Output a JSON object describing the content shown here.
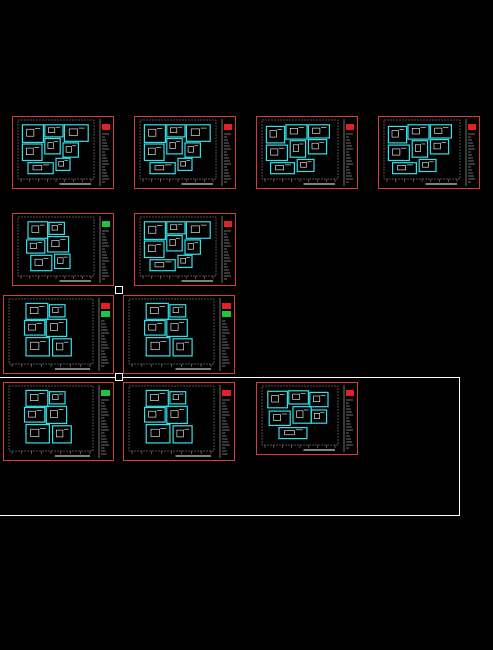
{
  "colors": {
    "background": "#000000",
    "sheet_border": "#d23c3c",
    "wall": "#33e0e8",
    "furniture": "#ffffff",
    "dimension": "#a0a0a0",
    "title_block": "#8c8c8c",
    "stamp_red": "#e02222",
    "stamp_green": "#22c43a",
    "selection": "#ffffff"
  },
  "drawing_sheets": [
    {
      "id": "sheet-r1c1",
      "variant": "plan-a",
      "stamp": "red"
    },
    {
      "id": "sheet-r1c2",
      "variant": "plan-a",
      "stamp": "red"
    },
    {
      "id": "sheet-r1c3",
      "variant": "plan-b",
      "stamp": "red"
    },
    {
      "id": "sheet-r1c4",
      "variant": "plan-b",
      "stamp": "red"
    },
    {
      "id": "sheet-r2c1",
      "variant": "plan-c",
      "stamp": "green"
    },
    {
      "id": "sheet-r2c2",
      "variant": "plan-a",
      "stamp": "red"
    },
    {
      "id": "sheet-r3c1",
      "variant": "plan-d",
      "stamp": "red-green"
    },
    {
      "id": "sheet-r3c2",
      "variant": "plan-d",
      "stamp": "red-green"
    },
    {
      "id": "sheet-r4c1",
      "variant": "plan-d",
      "stamp": "green"
    },
    {
      "id": "sheet-r4c2",
      "variant": "plan-d",
      "stamp": "red"
    },
    {
      "id": "sheet-r4c3",
      "variant": "plan-e",
      "stamp": "red"
    }
  ],
  "selection": {
    "active": true
  },
  "icons": [
    "grip-square-icon"
  ]
}
